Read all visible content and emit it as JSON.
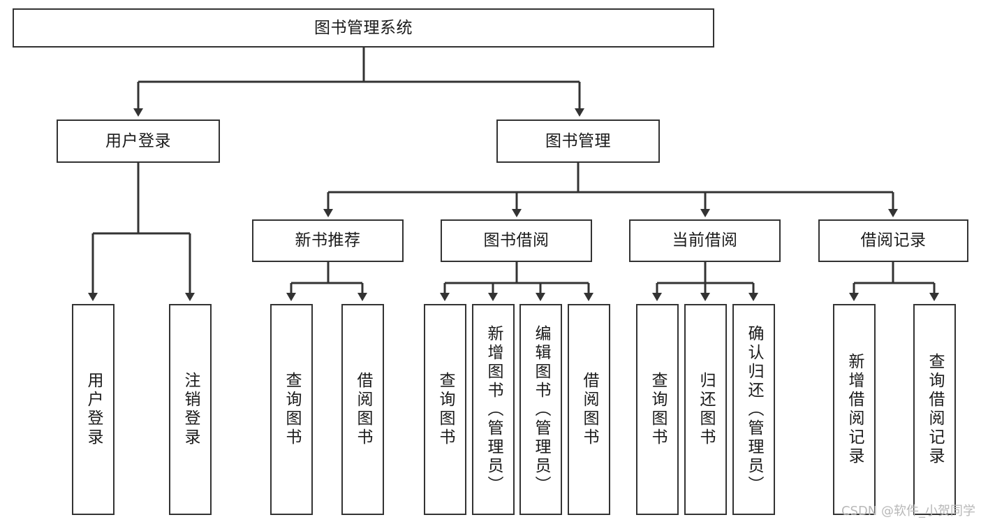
{
  "diagram": {
    "title": "图书管理系统",
    "watermark": "CSDN @软件_小贺同学",
    "line_color": "#333333",
    "box_fill": "#ffffff",
    "text_color": "#1a1a1a",
    "nodes": {
      "root": {
        "label": "图书管理系统"
      },
      "level2": [
        {
          "label": "用户登录"
        },
        {
          "label": "图书管理"
        }
      ],
      "level3": [
        {
          "label": "新书推荐"
        },
        {
          "label": "图书借阅"
        },
        {
          "label": "当前借阅"
        },
        {
          "label": "借阅记录"
        }
      ],
      "leaves": {
        "user_login": [
          {
            "label": "用户登录"
          },
          {
            "label": "注销登录"
          }
        ],
        "new_book": [
          {
            "label": "查询图书"
          },
          {
            "label": "借阅图书"
          }
        ],
        "book_borrow": [
          {
            "label": "查询图书"
          },
          {
            "label": "新增图书（管理员）"
          },
          {
            "label": "编辑图书（管理员）"
          },
          {
            "label": "借阅图书"
          }
        ],
        "current_borrow": [
          {
            "label": "查询图书"
          },
          {
            "label": "归还图书"
          },
          {
            "label": "确认归还（管理员）"
          }
        ],
        "borrow_record": [
          {
            "label": "新增借阅记录"
          },
          {
            "label": "查询借阅记录"
          }
        ]
      }
    }
  }
}
